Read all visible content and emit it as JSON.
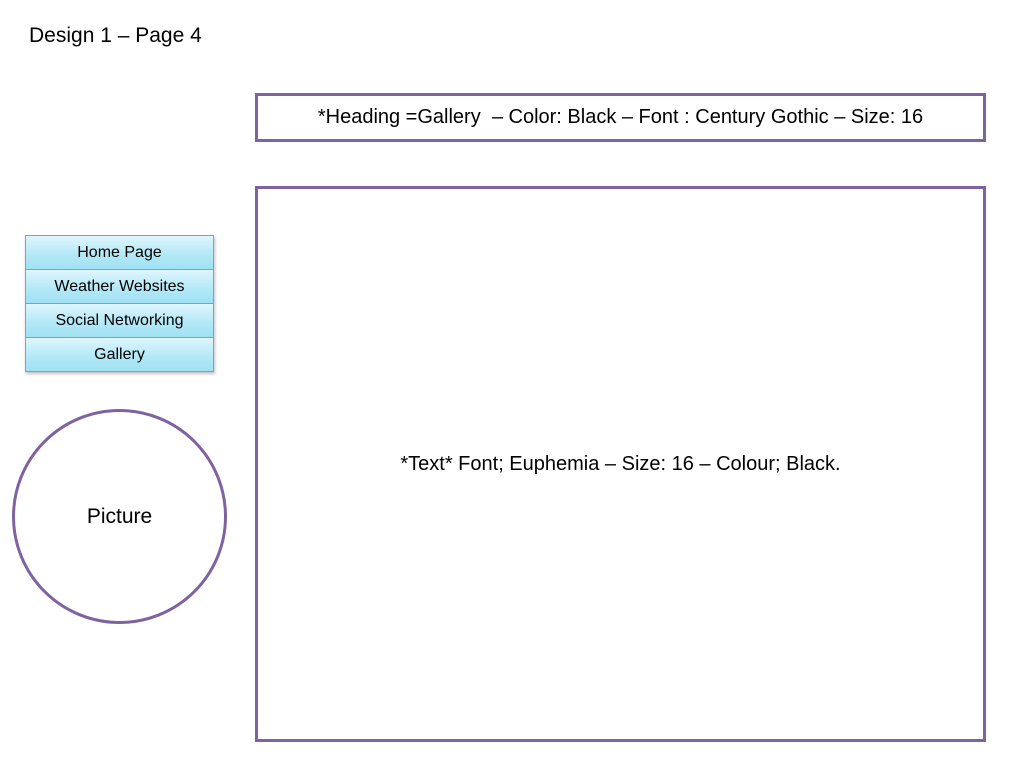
{
  "slide": {
    "title": "Design 1 – Page 4"
  },
  "heading_box": {
    "text": "*Heading =Gallery  – Color: Black – Font : Century Gothic – Size: 16"
  },
  "content_box": {
    "text": "*Text* Font; Euphemia – Size: 16 – Colour; Black."
  },
  "nav": {
    "items": [
      {
        "label": "Home Page"
      },
      {
        "label": "Weather Websites"
      },
      {
        "label": "Social Networking"
      },
      {
        "label": "Gallery"
      }
    ]
  },
  "picture": {
    "label": "Picture"
  },
  "colors": {
    "frame_border": "#7f63a1",
    "nav_fill": "#b4e9f7",
    "nav_border": "#4fb5d1",
    "text": "#000000",
    "background": "#ffffff"
  }
}
